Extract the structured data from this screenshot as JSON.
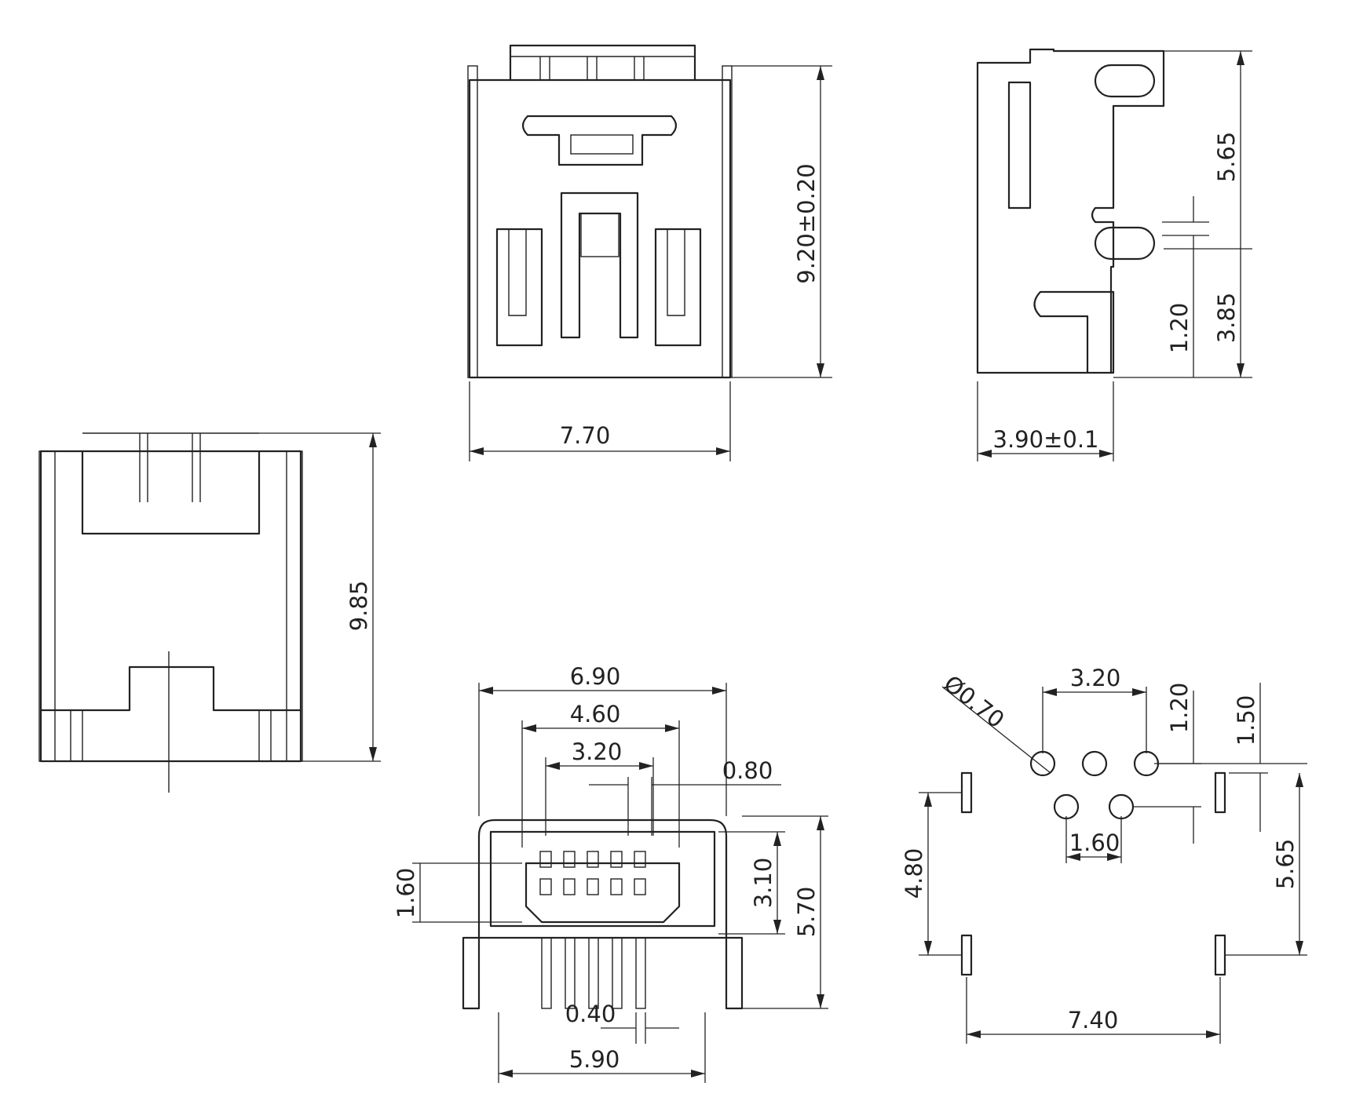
{
  "line_color": "#222222",
  "background": "#ffffff",
  "labels": {
    "front_width": "7.70",
    "front_height": "9.20±0.20",
    "side_top": "5.65",
    "side_mid": "1.20",
    "side_bottom": "3.85",
    "side_depth": "3.90±0.1",
    "top_height": "9.85",
    "face_outer_width": "6.90",
    "face_pin_span_outer": "4.60",
    "face_pin_span_inner": "3.20",
    "face_pin_pitch": "0.80",
    "face_opening_height": "1.60",
    "face_cavity_height": "3.10",
    "face_total_height": "5.70",
    "face_pin_width": "0.40",
    "face_bottom_width": "5.90",
    "pcb_hole_dia": "Ø0.70",
    "pcb_hole_span": "3.20",
    "pcb_hole_row_gap": "1.20",
    "pcb_slot_offset": "1.50",
    "pcb_hole_pitch": "1.60",
    "pcb_slot_vertical": "4.80",
    "pcb_slot_depth": "5.65",
    "pcb_slot_span": "7.40"
  }
}
